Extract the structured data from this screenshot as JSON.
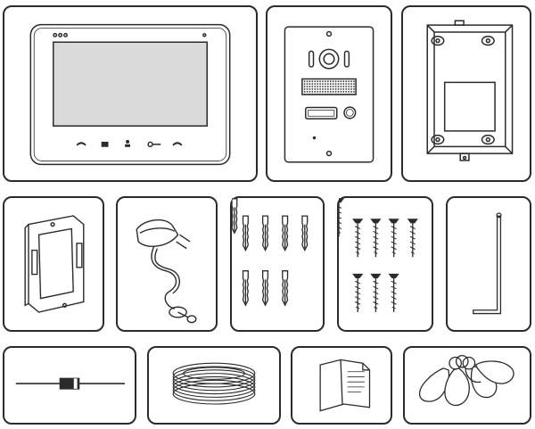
{
  "items": [
    {
      "id": "monitor",
      "icon": "indoor-monitor-icon"
    },
    {
      "id": "door-station",
      "icon": "outdoor-door-station-icon"
    },
    {
      "id": "rain-cover",
      "icon": "mounting-box-icon"
    },
    {
      "id": "wall-bracket",
      "icon": "wall-bracket-icon"
    },
    {
      "id": "power-adapter",
      "icon": "power-adapter-icon"
    },
    {
      "id": "wall-plugs",
      "icon": "wall-plug-icon",
      "count": 7
    },
    {
      "id": "screws",
      "icon": "screw-icon",
      "count": 7
    },
    {
      "id": "hex-key",
      "icon": "allen-key-icon"
    },
    {
      "id": "diode",
      "icon": "diode-icon"
    },
    {
      "id": "cable",
      "icon": "cable-coil-icon"
    },
    {
      "id": "manual",
      "icon": "document-icon"
    },
    {
      "id": "rfid-tags",
      "icon": "rfid-keyfob-icon",
      "count": 5
    }
  ],
  "colors": {
    "stroke": "#2b2b2b",
    "fill": "#e6e6e6",
    "screen": "#dadada"
  }
}
